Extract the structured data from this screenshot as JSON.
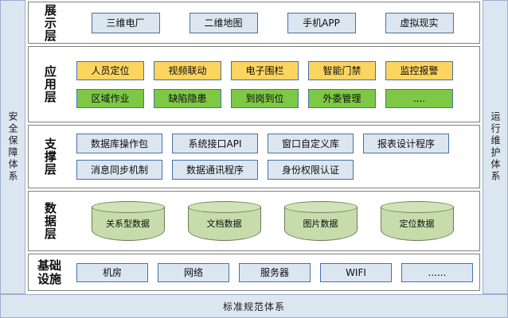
{
  "diagram": {
    "title_bottom": "标准规范体系",
    "side_left": "安全保障体系",
    "side_right": "运行维护体系"
  },
  "layers": [
    {
      "id": "presentation",
      "label": "展示层",
      "label_mode": "vertical",
      "style": "blue",
      "rows": [
        [
          "三维电厂",
          "二维地图",
          "手机APP",
          "虚拟现实"
        ]
      ]
    },
    {
      "id": "application",
      "label": "应用层",
      "label_mode": "vertical",
      "style": "orange-green",
      "rows": [
        [
          "人员定位",
          "视频联动",
          "电子围栏",
          "智能门禁",
          "监控报警"
        ],
        [
          "区域作业",
          "缺陷隐患",
          "到岗到位",
          "外委管理",
          "...."
        ]
      ]
    },
    {
      "id": "support",
      "label": "支撑层",
      "label_mode": "vertical",
      "style": "blue",
      "rows": [
        [
          "数据库操作包",
          "系统接口API",
          "窗口自定义库",
          "报表设计程序"
        ],
        [
          "消息同步机制",
          "数据通讯程序",
          "身份权限认证"
        ]
      ]
    },
    {
      "id": "data",
      "label": "数据层",
      "label_mode": "vertical",
      "style": "cylinder",
      "rows": [
        [
          "关系型数据",
          "文档数据",
          "图片数据",
          "定位数据"
        ]
      ]
    },
    {
      "id": "infrastructure",
      "label": "基础\n设施",
      "label_mode": "twoline",
      "style": "blue",
      "rows": [
        [
          "机房",
          "网络",
          "服务器",
          "WIFI",
          "......"
        ]
      ]
    }
  ],
  "colors": {
    "band_fill": "#dce6f1",
    "band_border": "#9bb0cc",
    "node_blue_fill": "#dce6f1",
    "node_border": "#4472a8",
    "node_orange_fill": "#fcd561",
    "node_green_fill": "#7ec845",
    "cylinder_fill": "#c6ddab",
    "cylinder_border": "#6e7b5c",
    "layer_border": "#808080"
  }
}
